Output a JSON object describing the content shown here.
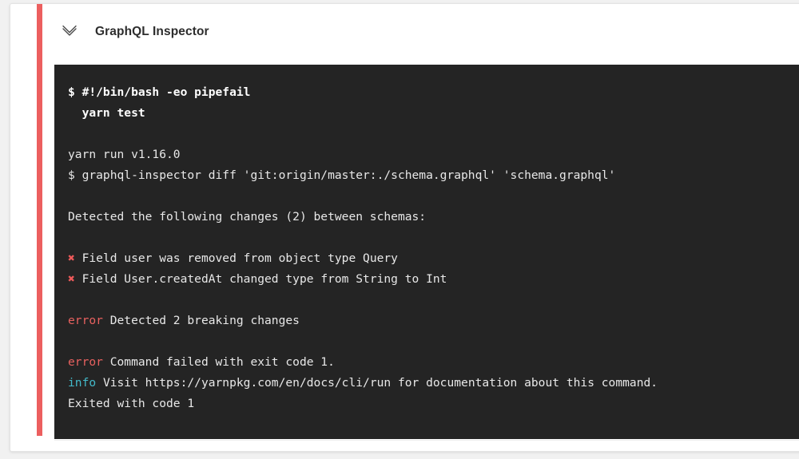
{
  "card": {
    "accent_color": "#ec5f5f",
    "status": "failed"
  },
  "header": {
    "collapse_icon": "chevron-down-icon",
    "title": "GraphQL Inspector"
  },
  "terminal": {
    "background_color": "#242424",
    "text_color": "#e8e8e8",
    "error_color": "#e8615f",
    "info_color": "#43b9c9",
    "lines": [
      {
        "id": "cmd-shebang",
        "type": "command",
        "text": "$ #!/bin/bash -eo pipefail"
      },
      {
        "id": "cmd-yarn-test",
        "type": "command",
        "text": "  yarn test"
      },
      {
        "id": "gap-1",
        "type": "blank",
        "text": ""
      },
      {
        "id": "yarn-version",
        "type": "plain",
        "text": "yarn run v1.16.0"
      },
      {
        "id": "cmd-inspector",
        "type": "plain",
        "text": "$ graphql-inspector diff 'git:origin/master:./schema.graphql' 'schema.graphql'"
      },
      {
        "id": "gap-2",
        "type": "blank",
        "text": ""
      },
      {
        "id": "detected-head",
        "type": "plain",
        "text": "Detected the following changes (2) between schemas:"
      },
      {
        "id": "gap-3",
        "type": "blank",
        "text": ""
      },
      {
        "id": "change-1",
        "type": "xmark",
        "marker": "✖",
        "text": " Field user was removed from object type Query"
      },
      {
        "id": "change-2",
        "type": "xmark",
        "marker": "✖",
        "text": " Field User.createdAt changed type from String to Int"
      },
      {
        "id": "gap-4",
        "type": "blank",
        "text": ""
      },
      {
        "id": "error-breaking",
        "type": "level",
        "level": "error",
        "text": " Detected 2 breaking changes"
      },
      {
        "id": "gap-5",
        "type": "blank",
        "text": ""
      },
      {
        "id": "error-exit",
        "type": "level",
        "level": "error",
        "text": " Command failed with exit code 1."
      },
      {
        "id": "info-visit",
        "type": "level",
        "level": "info",
        "text": " Visit https://yarnpkg.com/en/docs/cli/run for documentation about this command."
      },
      {
        "id": "exited",
        "type": "plain",
        "text": "Exited with code 1"
      }
    ],
    "level_labels": {
      "error": "error",
      "info": "info"
    }
  }
}
